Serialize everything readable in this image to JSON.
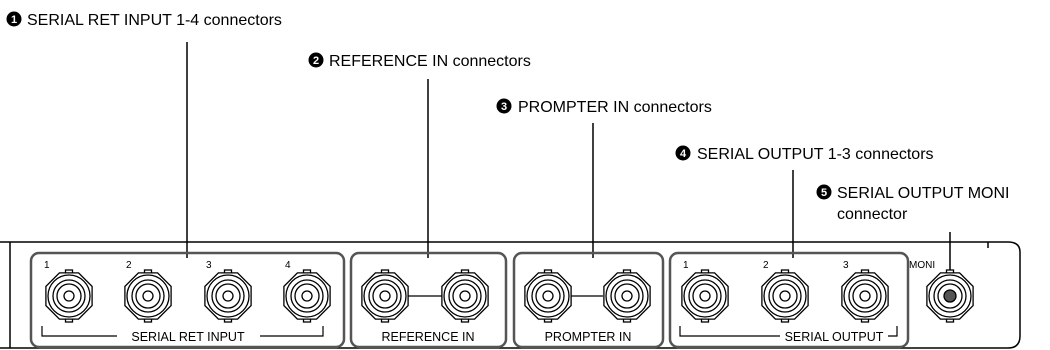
{
  "callouts": [
    {
      "num": "1",
      "label": "SERIAL RET INPUT 1-4 connectors"
    },
    {
      "num": "2",
      "label": "REFERENCE IN connectors"
    },
    {
      "num": "3",
      "label": "PROMPTER IN connectors"
    },
    {
      "num": "4",
      "label": "SERIAL OUTPUT 1-3 connectors"
    },
    {
      "num": "5",
      "label_line1": "SERIAL OUTPUT MONI",
      "label_line2": "connector"
    }
  ],
  "panel": {
    "serial_ret_input": {
      "label": "SERIAL RET INPUT",
      "port_numbers": [
        "1",
        "2",
        "3",
        "4"
      ]
    },
    "reference_in": {
      "label": "REFERENCE IN"
    },
    "prompter_in": {
      "label": "PROMPTER IN"
    },
    "serial_output": {
      "label": "SERIAL OUTPUT",
      "port_numbers": [
        "1",
        "2",
        "3"
      ]
    },
    "moni": {
      "label": "MONI"
    }
  }
}
